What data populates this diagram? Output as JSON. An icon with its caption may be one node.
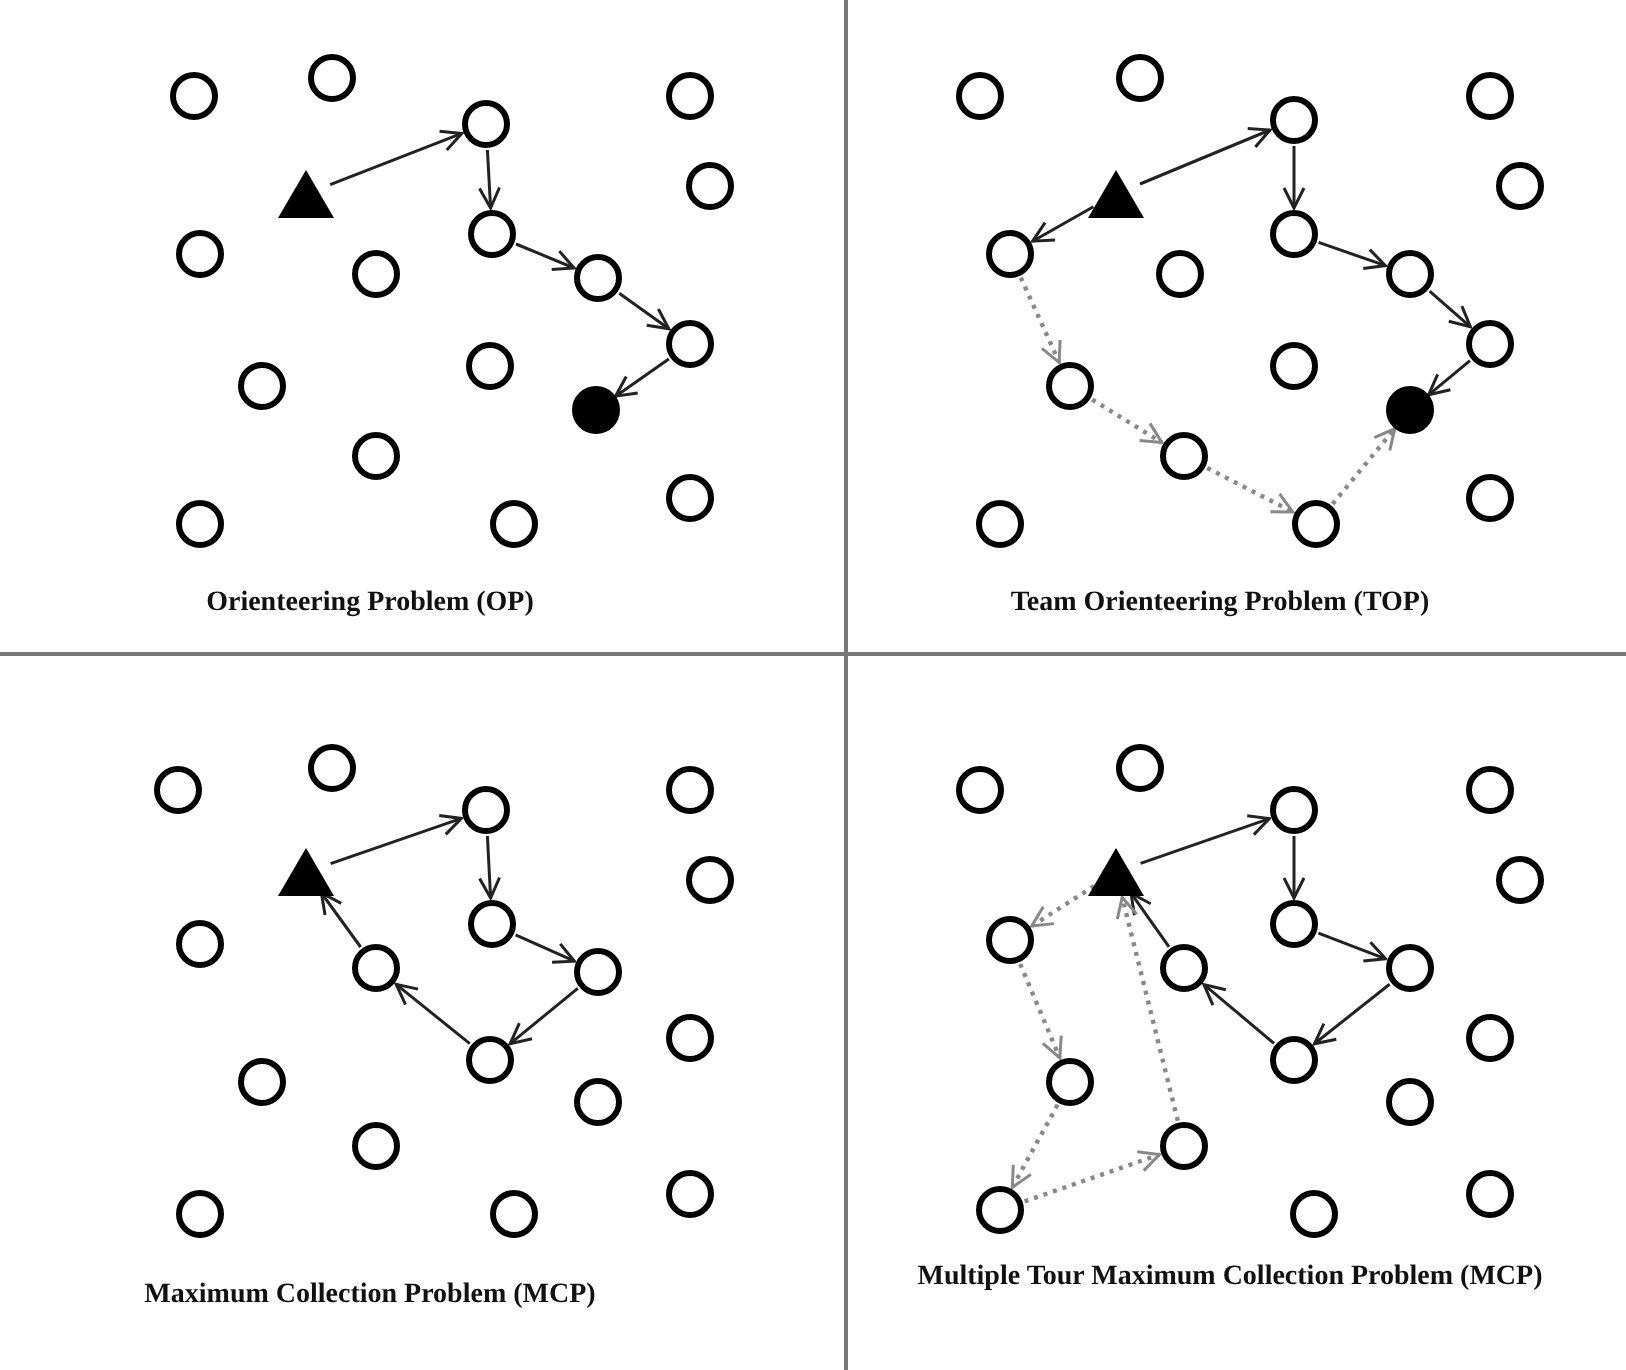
{
  "diagram": {
    "nodes": [
      {
        "text": [],
        "shape": "circle"
      },
      {
        "text": [],
        "shape": "circle"
      },
      {
        "text": [],
        "shape": "circle"
      },
      {
        "text": [],
        "shape": "circle"
      },
      {
        "text": [],
        "shape": "circle"
      },
      {
        "text": [],
        "shape": "triangle"
      },
      {
        "text": [],
        "shape": "circle"
      },
      {
        "text": [],
        "shape": "circle"
      },
      {
        "text": [],
        "shape": "circle"
      },
      {
        "text": [],
        "shape": "circle"
      },
      {
        "text": [],
        "shape": "circle"
      },
      {
        "text": [],
        "shape": "circle"
      },
      {
        "text": [],
        "shape": "circle"
      },
      {
        "text": [],
        "shape": "dot"
      },
      {
        "text": [],
        "shape": "circle"
      },
      {
        "text": [],
        "shape": "circle"
      },
      {
        "text": [],
        "shape": "circle"
      },
      {
        "text": [],
        "shape": "circle"
      },
      {
        "text": [],
        "shape": "circle"
      },
      {
        "text": [],
        "shape": "circle"
      },
      {
        "text": [],
        "shape": "circle"
      },
      {
        "text": [],
        "shape": "circle"
      },
      {
        "text": [],
        "shape": "circle"
      },
      {
        "text": [],
        "shape": "triangle"
      },
      {
        "text": [],
        "shape": "circle"
      },
      {
        "text": [],
        "shape": "circle"
      },
      {
        "text": [],
        "shape": "circle"
      },
      {
        "text": [],
        "shape": "circle"
      },
      {
        "text": [],
        "shape": "circle"
      },
      {
        "text": [],
        "shape": "circle"
      },
      {
        "text": [],
        "shape": "circle"
      },
      {
        "text": [],
        "shape": "dot"
      },
      {
        "text": [],
        "shape": "circle"
      },
      {
        "text": [],
        "shape": "circle"
      },
      {
        "text": [],
        "shape": "circle"
      },
      {
        "text": [],
        "shape": "circle"
      },
      {
        "text": [],
        "shape": "circle"
      },
      {
        "text": [],
        "shape": "circle"
      },
      {
        "text": [],
        "shape": "circle"
      },
      {
        "text": [],
        "shape": "circle"
      },
      {
        "text": [],
        "shape": "triangle"
      },
      {
        "text": [],
        "shape": "circle"
      },
      {
        "text": [],
        "shape": "circle"
      },
      {
        "text": [],
        "shape": "circle"
      },
      {
        "text": [],
        "shape": "circle"
      },
      {
        "text": [],
        "shape": "circle"
      },
      {
        "text": [],
        "shape": "circle"
      },
      {
        "text": [],
        "shape": "circle"
      },
      {
        "text": [],
        "shape": "circle"
      },
      {
        "text": [],
        "shape": "circle"
      },
      {
        "text": [],
        "shape": "circle"
      },
      {
        "text": [],
        "shape": "circle"
      },
      {
        "text": [],
        "shape": "circle"
      },
      {
        "text": [],
        "shape": "circle"
      },
      {
        "text": [],
        "shape": "circle"
      },
      {
        "text": [],
        "shape": "circle"
      },
      {
        "text": [],
        "shape": "circle"
      },
      {
        "text": [],
        "shape": "circle"
      },
      {
        "text": [],
        "shape": "triangle"
      },
      {
        "text": [],
        "shape": "circle"
      },
      {
        "text": [],
        "shape": "circle"
      },
      {
        "text": [],
        "shape": "circle"
      },
      {
        "text": [],
        "shape": "circle"
      },
      {
        "text": [],
        "shape": "circle"
      },
      {
        "text": [],
        "shape": "circle"
      },
      {
        "text": [],
        "shape": "circle"
      },
      {
        "text": [],
        "shape": "circle"
      },
      {
        "text": [],
        "shape": "circle"
      },
      {
        "text": [],
        "shape": "circle"
      },
      {
        "text": [],
        "shape": "circle"
      },
      {
        "text": [],
        "shape": "circle"
      },
      {
        "text": [],
        "shape": "circle"
      }
    ],
    "edges": [
      {
        "from": 5,
        "to": 3,
        "arrow": "to"
      },
      {
        "from": 3,
        "to": 6,
        "arrow": "to"
      },
      {
        "from": 6,
        "to": 9,
        "arrow": "to"
      },
      {
        "from": 9,
        "to": 10,
        "arrow": "to"
      },
      {
        "from": 10,
        "to": 13,
        "arrow": "to"
      },
      {
        "from": 23,
        "to": 21,
        "arrow": "to"
      },
      {
        "from": 21,
        "to": 24,
        "arrow": "to"
      },
      {
        "from": 24,
        "to": 27,
        "arrow": "to"
      },
      {
        "from": 27,
        "to": 28,
        "arrow": "to"
      },
      {
        "from": 28,
        "to": 31,
        "arrow": "to"
      },
      {
        "from": 23,
        "to": 25,
        "arrow": "to"
      },
      {
        "from": 25,
        "to": 30,
        "arrow": "to",
        "style": "dashed",
        "color": "#888888"
      },
      {
        "from": 30,
        "to": 32,
        "arrow": "to",
        "style": "dashed",
        "color": "#888888"
      },
      {
        "from": 32,
        "to": 34,
        "arrow": "to",
        "style": "dashed",
        "color": "#888888"
      },
      {
        "from": 34,
        "to": 31,
        "arrow": "to",
        "style": "dashed",
        "color": "#888888"
      },
      {
        "from": 40,
        "to": 39,
        "arrow": "to"
      },
      {
        "from": 39,
        "to": 42,
        "arrow": "to"
      },
      {
        "from": 42,
        "to": 45,
        "arrow": "to"
      },
      {
        "from": 45,
        "to": 47,
        "arrow": "to"
      },
      {
        "from": 47,
        "to": 44,
        "arrow": "to"
      },
      {
        "from": 44,
        "to": 40,
        "arrow": "to"
      },
      {
        "from": 58,
        "to": 57,
        "arrow": "to"
      },
      {
        "from": 57,
        "to": 60,
        "arrow": "to"
      },
      {
        "from": 60,
        "to": 63,
        "arrow": "to"
      },
      {
        "from": 63,
        "to": 65,
        "arrow": "to"
      },
      {
        "from": 65,
        "to": 62,
        "arrow": "to"
      },
      {
        "from": 62,
        "to": 58,
        "arrow": "to"
      },
      {
        "from": 58,
        "to": 61,
        "arrow": "to",
        "style": "dashed",
        "color": "#888888"
      },
      {
        "from": 61,
        "to": 66,
        "arrow": "to",
        "style": "dashed",
        "color": "#888888"
      },
      {
        "from": 66,
        "to": 70,
        "arrow": "to",
        "style": "dashed",
        "color": "#888888"
      },
      {
        "from": 70,
        "to": 68,
        "arrow": "to",
        "style": "dashed",
        "color": "#888888"
      },
      {
        "from": 68,
        "to": 58,
        "arrow": "to",
        "style": "dashed",
        "color": "#888888"
      }
    ],
    "labels": [
      "Orienteering Problem (OP)",
      "Team Orienteering Problem (TOP)",
      "Maximum Collection Problem (MCP)",
      "Multiple Tour Maximum Collection Problem (MCP)"
    ]
  }
}
